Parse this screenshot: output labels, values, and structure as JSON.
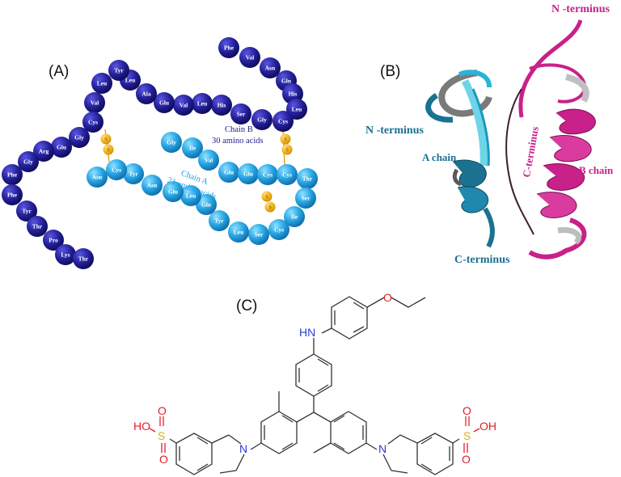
{
  "panels": {
    "a_label": "(A)",
    "b_label": "(B)",
    "c_label": "(C)"
  },
  "colors": {
    "chain_b": "#1e1b8a",
    "chain_a": "#1ea1e0",
    "disulfide": "#f4b21c",
    "helix_a_light": "#6fd4e8",
    "helix_a_dark": "#1b7290",
    "helix_b": "#c8218a",
    "nitrogen": "#2a3bd6",
    "oxygen": "#e0202a",
    "sulfur": "#d6b21a"
  },
  "panel_a": {
    "chain_b_label": "Chain B",
    "chain_b_count": "30 amino acids",
    "chain_a_label": "Chain A",
    "chain_a_count": "21 amino acids",
    "disulfide_symbol": "S",
    "chain_b_residues": [
      "Phe",
      "Val",
      "Asn",
      "Gln",
      "His",
      "Leu",
      "Cys",
      "Gly",
      "Ser",
      "His",
      "Leu",
      "Val",
      "Glu",
      "Ala",
      "Leu",
      "Tyr",
      "Leu",
      "Val",
      "Cys",
      "Gly",
      "Glu",
      "Arg",
      "Gly",
      "Phe",
      "Phe",
      "Tyr",
      "Thr",
      "Pro",
      "Lys",
      "Thr"
    ],
    "chain_a_residues": [
      "Gly",
      "Ile",
      "Val",
      "Glu",
      "Gln",
      "Cys",
      "Cys",
      "Thr",
      "Ser",
      "Ile",
      "Cys",
      "Ser",
      "Leu",
      "Tyr",
      "Gln",
      "Leu",
      "Glu",
      "Asn",
      "Tyr",
      "Cys",
      "Asn"
    ]
  },
  "panel_b": {
    "n_terminus_b": "N -terminus",
    "n_terminus_a": "N -terminus",
    "a_chain": "A   chain",
    "c_terminus_b": "C-terminus",
    "b_chain": "B chain",
    "c_terminus_a": "C-terminus"
  },
  "panel_c": {
    "nh": "HN",
    "o_ether": "O",
    "n_left": "N",
    "n_right": "N",
    "ho_left": "HO",
    "oh_right": "OH",
    "s_left": "S",
    "s_right": "S",
    "o": "O"
  }
}
